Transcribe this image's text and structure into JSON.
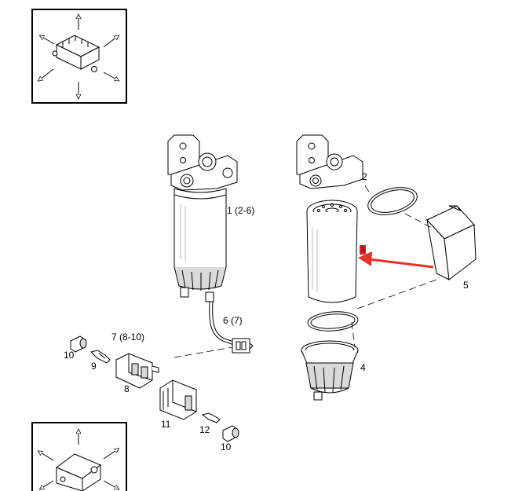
{
  "callouts": {
    "c1": "1 (2-6)",
    "c2": "2",
    "c3": "3",
    "c4": "4",
    "c5": "5",
    "c6": "6 (7)",
    "c7": "7 (8-10)",
    "c8": "8",
    "c9": "9",
    "c10a": "10",
    "c10b": "10",
    "c11": "11",
    "c12": "12"
  },
  "colors": {
    "highlight": "#d7262b",
    "arrow": "#e5332a"
  },
  "icons": {
    "view_top": "orientation-view-icon",
    "view_bottom": "orientation-view-icon"
  }
}
